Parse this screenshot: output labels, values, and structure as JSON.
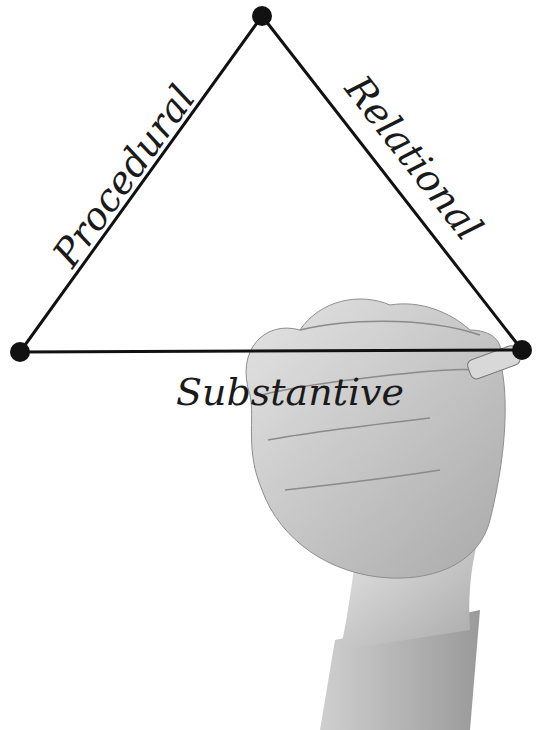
{
  "diagram": {
    "labels": [
      "Procedural",
      "Relational",
      "Substantive"
    ]
  }
}
